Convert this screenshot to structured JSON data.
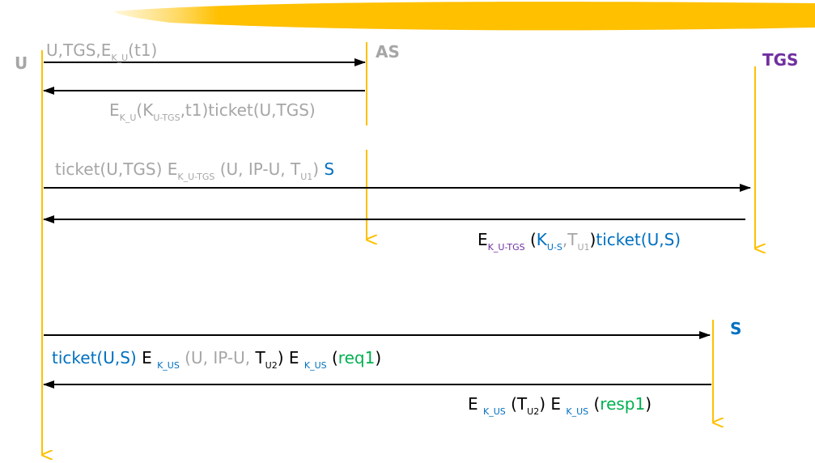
{
  "actors": {
    "user": "U",
    "as": "AS",
    "tgs": "TGS",
    "server": "S"
  },
  "messages": {
    "m1": {
      "a": "U,TGS,E",
      "sub1": "K_U",
      "b": "(t1)"
    },
    "m2": {
      "a": "E",
      "sub1": "K_U",
      "b": "(K",
      "sub2": "U-TGS",
      "c": ",t1)ticket(U,TGS)"
    },
    "m3": {
      "a": "ticket(U,TGS) E",
      "sub1": "K_U-TGS",
      "b": " (U, IP-U, T",
      "sub2": "U1",
      "c": ")",
      "d": " S"
    },
    "m4": {
      "a": "E",
      "sub1": "K_U-TGS",
      "b": " (",
      "c": "K",
      "sub2": "U-S",
      "d": ",",
      "e": "T",
      "sub3": "U1",
      "f": ")",
      "g": "ticket(U,S)"
    },
    "m5": {
      "a": "ticket(U,S)",
      "b": " E ",
      "sub1": "K_US",
      "c": " (U, IP-U, ",
      "d": "T",
      "sub2": "U2",
      "e": ") E ",
      "sub3": "K_US",
      "f": " (",
      "g": "req1",
      "h": ")"
    },
    "m6": {
      "a": "E ",
      "sub1": "K_US",
      "b": " (T",
      "sub2": "U2",
      "c": ") E ",
      "sub3": "K_US",
      "d": " (",
      "e": "resp1",
      "f": ")"
    }
  },
  "colors": {
    "lifeline": "#ffc000",
    "arrow": "#000000",
    "gray_text": "#a6a6a6",
    "blue_text": "#0070c0",
    "green_text": "#00b050",
    "purple_text": "#7030a0"
  }
}
